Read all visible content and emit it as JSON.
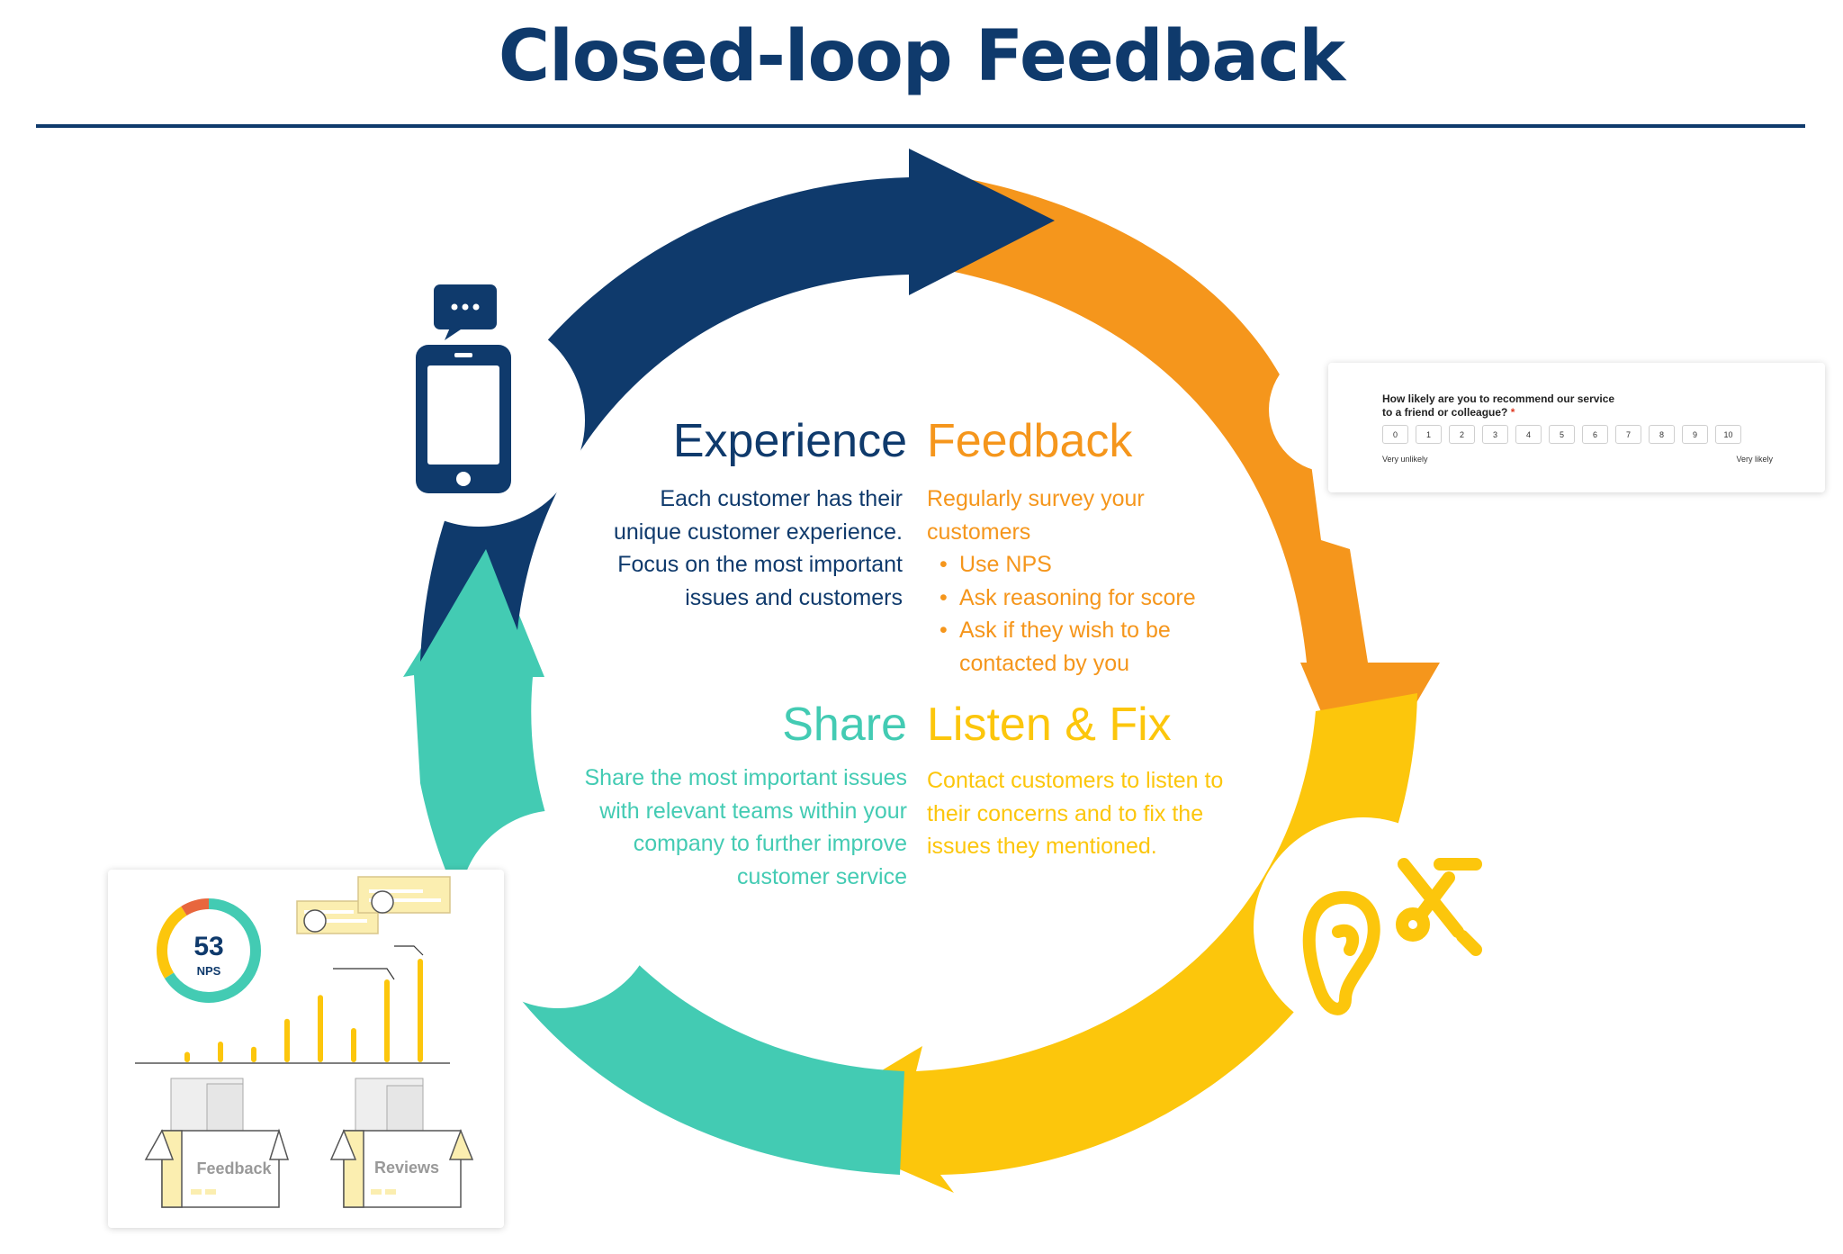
{
  "title": "Closed-loop Feedback",
  "colors": {
    "navy": "#0f3a6c",
    "orange": "#f5961c",
    "yellow": "#fcc60c",
    "teal": "#43cbb3",
    "light_yellow": "#fbeeb0"
  },
  "stages": {
    "experience": {
      "heading": "Experience",
      "description": "Each customer has their unique customer experience. Focus on the most important issues and customers"
    },
    "feedback": {
      "heading": "Feedback",
      "intro": "Regularly survey your customers",
      "bullets": [
        "Use NPS",
        "Ask reasoning for score",
        "Ask if they wish to be contacted by you"
      ]
    },
    "share": {
      "heading": "Share",
      "description": "Share the most important issues with relevant teams within your company to further improve customer service"
    },
    "listen_fix": {
      "heading": "Listen & Fix",
      "description": "Contact customers to listen to their concerns and to fix the issues they mentioned."
    }
  },
  "survey_card": {
    "question": "How likely are you to recommend our service to a friend or colleague?",
    "required_mark": "*",
    "scale": [
      "0",
      "1",
      "2",
      "3",
      "4",
      "5",
      "6",
      "7",
      "8",
      "9",
      "10"
    ],
    "low_label": "Very unlikely",
    "high_label": "Very likely"
  },
  "nps_card": {
    "score": "53",
    "score_label": "NPS",
    "nps_ring": {
      "positive_fraction": 0.66,
      "passive_fraction": 0.25,
      "negative_fraction": 0.09
    },
    "bars": [
      0.1,
      0.2,
      0.15,
      0.42,
      0.65,
      0.33,
      0.8,
      1.0
    ],
    "box_labels": [
      "Feedback",
      "Reviews"
    ]
  },
  "icons": {
    "experience": "smartphone-chat-icon",
    "listen_fix": "ear-and-tools-icon"
  }
}
